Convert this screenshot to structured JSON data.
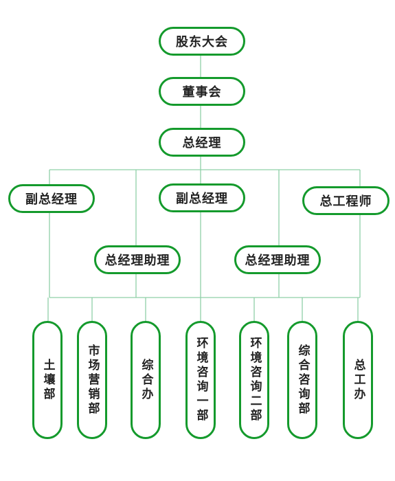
{
  "colors": {
    "node_border": "#149a2c",
    "connector": "#8fd0a8",
    "text": "#222222"
  },
  "nodes": {
    "shareholders": "股东大会",
    "board": "董事会",
    "general_manager": "总经理",
    "deputy_gm_left": "副总经理",
    "deputy_gm_center": "副总经理",
    "chief_engineer": "总工程师",
    "gm_assistant_left": "总经理助理",
    "gm_assistant_right": "总经理助理"
  },
  "departments": [
    "土壤部",
    "市场营销部",
    "综合办",
    "环境咨询一部",
    "环境咨询二部",
    "综合咨询部",
    "总工办"
  ]
}
